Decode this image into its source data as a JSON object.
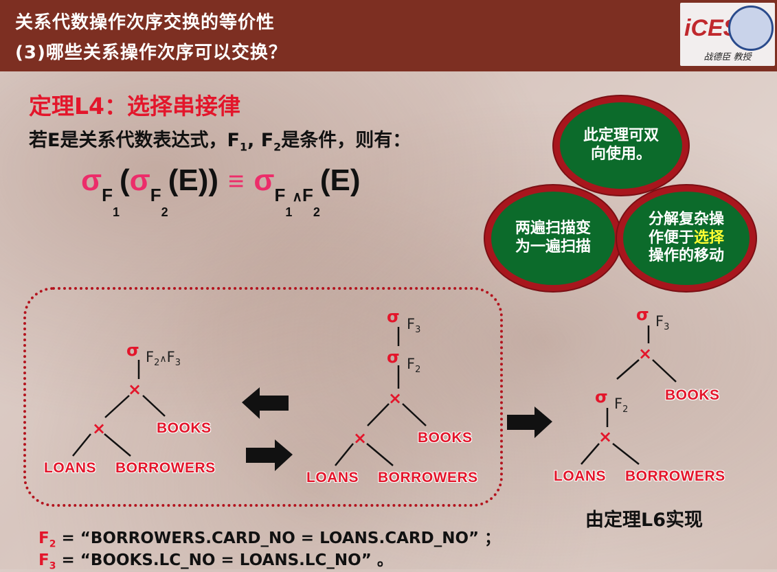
{
  "header": {
    "title_line1": "关系代数操作次序交换的等价性",
    "title_line2": "(3)哪些关系操作次序可以交换？",
    "logo_text": "iCES",
    "logo_name": "战德臣 教授"
  },
  "theorem": {
    "title": "定理L4：选择串接律",
    "premise_pre": "若E是关系代数表达式，F",
    "premise_sub1": "1",
    "premise_mid": ", F",
    "premise_sub2": "2",
    "premise_post": "是条件，则有：",
    "formula": {
      "sigma": "σ",
      "F": "F",
      "one": "1",
      "two": "2",
      "open": "(",
      "E_close2": "(E))",
      "equiv": "≡",
      "and": "∧",
      "E_close1": "(E)"
    }
  },
  "bubbles": {
    "top": "此定理可双向使用。",
    "left": "两遍扫描变为一遍扫描",
    "right_pre": "分解复杂操作便于",
    "right_hl": "选择",
    "right_post": "操作的移动"
  },
  "trees": {
    "sigma": "σ",
    "cross": "×",
    "F": "F",
    "two": "2",
    "three": "3",
    "and": "∧",
    "books": "BOOKS",
    "loans": "LOANS",
    "borrowers": "BORROWERS"
  },
  "caption": "由定理L6实现",
  "definitions": {
    "f": "F",
    "f2_sub": "2",
    "f2_text": " = “BORROWERS.CARD_NO = LOANS.CARD_NO” ；",
    "f3_sub": "3",
    "f3_text": " = “BOOKS.LC_NO = LOANS.LC_NO” 。"
  },
  "colors": {
    "header_bg": "#7d2f22",
    "accent_red": "#e3162b",
    "sigma_pink": "#ec2d6a",
    "bubble_green": "#0c6b2b",
    "bubble_border": "#a8161d",
    "highlight": "#ffff33"
  }
}
